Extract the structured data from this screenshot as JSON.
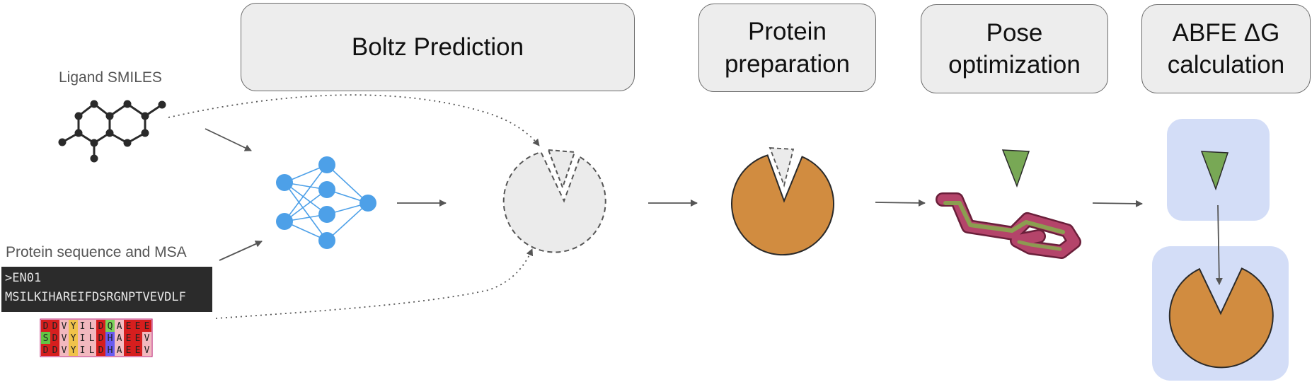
{
  "stages": {
    "boltz": "Boltz Prediction",
    "protein_prep": "Protein\npreparation",
    "pose_opt": "Pose\noptimization",
    "abfe": "ABFE ΔG\ncalculation"
  },
  "inputs": {
    "ligand_label": "Ligand SMILES",
    "protein_label": "Protein sequence and MSA",
    "seq_header": ">EN01",
    "seq_body": "MSILKIHAREIFDSRGNPTVEVDLF"
  },
  "msa_rows": [
    "DDVYILDQAEEE",
    "SDVYILDHAEEV",
    "DDVYILDHAEEV"
  ],
  "colors": {
    "protein": "#d18c40",
    "ligand": "#78a855",
    "neural_net": "#4da0e8",
    "ghost_fill": "#ebebeb",
    "abfe_panel": "#d3ddf7",
    "stage_box": "#ededed",
    "ligand_stick_a": "#b4446a",
    "ligand_stick_b": "#86a84e"
  }
}
